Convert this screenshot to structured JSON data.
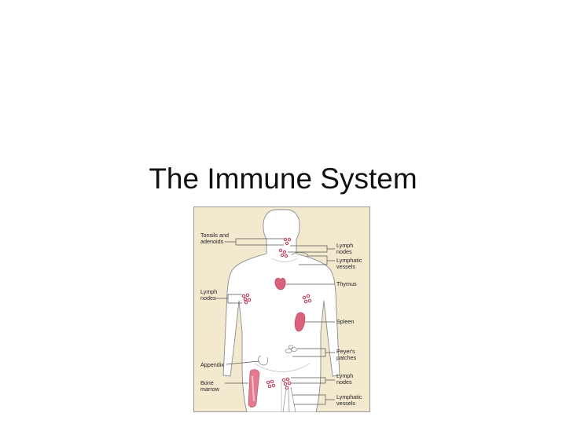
{
  "slide": {
    "title": "The Immune System"
  },
  "diagram": {
    "labels_left": {
      "tonsils_line1": "Tonsils and",
      "tonsils_line2": "adenoids",
      "lymph_nodes_line1": "Lymph",
      "lymph_nodes_line2": "nodes",
      "appendix": "Appendix",
      "bone_marrow_line1": "Bone",
      "bone_marrow_line2": "marrow"
    },
    "labels_right": {
      "lymph_nodes_upper_line1": "Lymph",
      "lymph_nodes_upper_line2": "nodes",
      "lymphatic_upper_line1": "Lymphatic",
      "lymphatic_upper_line2": "vessels",
      "thymus": "Thymus",
      "spleen": "Spleen",
      "peyers_line1": "Peyer's",
      "peyers_line2": "patches",
      "lymph_nodes_lower_line1": "Lymph",
      "lymph_nodes_lower_line2": "nodes",
      "lymphatic_lower_line1": "Lymphatic",
      "lymphatic_lower_line2": "vessels"
    },
    "colors": {
      "background": "#f3e9cf",
      "border": "#9a9a9a",
      "body_fill": "#ffffff",
      "body_outline": "#8c8c8c",
      "organ": "#d9627a",
      "node": "#c44a66",
      "leader": "#555555"
    }
  }
}
